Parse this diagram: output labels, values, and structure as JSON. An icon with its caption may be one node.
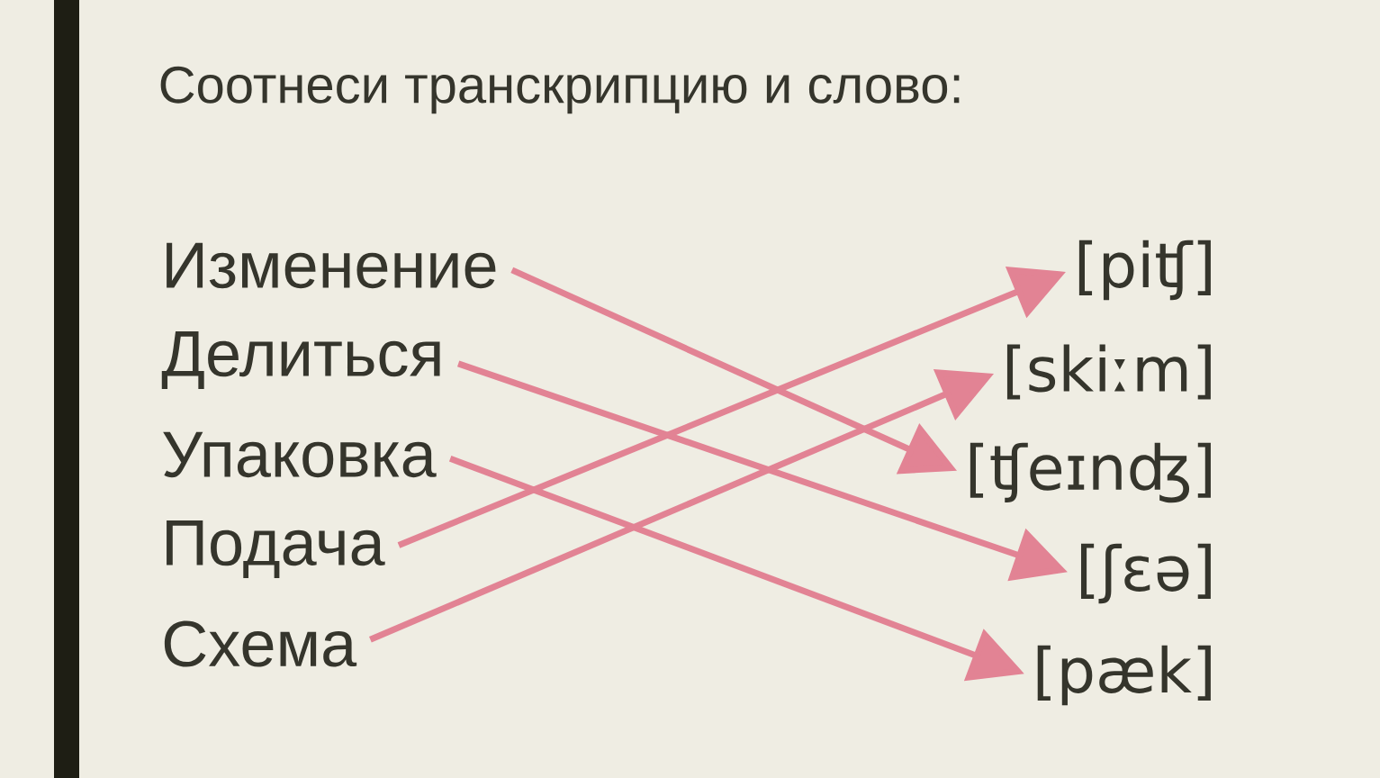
{
  "diagram": {
    "title": "Соотнеси транскрипцию и слово:",
    "nodes": [
      {
        "text": [
          "Изменение"
        ]
      },
      {
        "text": [
          "Делиться"
        ]
      },
      {
        "text": [
          "Упаковка"
        ]
      },
      {
        "text": [
          "Подача"
        ]
      },
      {
        "text": [
          "Схема"
        ]
      },
      {
        "text": [
          "[piʧ]"
        ]
      },
      {
        "text": [
          "[skiːm]"
        ]
      },
      {
        "text": [
          "[ʧeɪnʤ]"
        ]
      },
      {
        "text": [
          "[ʃɛə]"
        ]
      },
      {
        "text": [
          "[pæk]"
        ]
      },
      {
        "text": [],
        "shape": "bar"
      }
    ],
    "edges": [
      {
        "from": 0,
        "to": 7,
        "arrow": "to"
      },
      {
        "from": 1,
        "to": 8,
        "arrow": "to"
      },
      {
        "from": 2,
        "to": 9,
        "arrow": "to"
      },
      {
        "from": 3,
        "to": 5,
        "arrow": "to"
      },
      {
        "from": 4,
        "to": 6,
        "arrow": "to"
      }
    ]
  }
}
